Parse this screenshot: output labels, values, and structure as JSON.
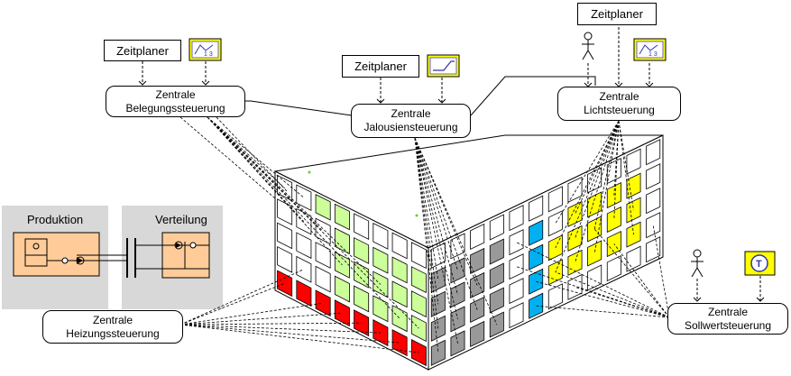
{
  "scheduler_label": "Zeitplaner",
  "occupancy": {
    "line1": "Zentrale",
    "line2": "Belegungssteuerung"
  },
  "blinds": {
    "line1": "Zentrale",
    "line2": "Jalousiensteuerung"
  },
  "lighting": {
    "line1": "Zentrale",
    "line2": "Lichtsteuerung"
  },
  "heating": {
    "line1": "Zentrale",
    "line2": "Heizungssteuerung"
  },
  "setpoint": {
    "line1": "Zentrale",
    "line2": "Sollwertsteuerung"
  },
  "production_label": "Produktion",
  "distribution_label": "Verteilung",
  "clock_icon_text": "1 3",
  "thermo_icon_text": "T",
  "colors": {
    "heating_red": "#ff0000",
    "occupancy_green": "#ccff99",
    "blinds_gray": "#999999",
    "light_yellow": "#ffff00",
    "setpoint_cyan": "#00b0f0",
    "plant_orange": "#ffcc99",
    "panel_gray": "#d8d8d8"
  }
}
